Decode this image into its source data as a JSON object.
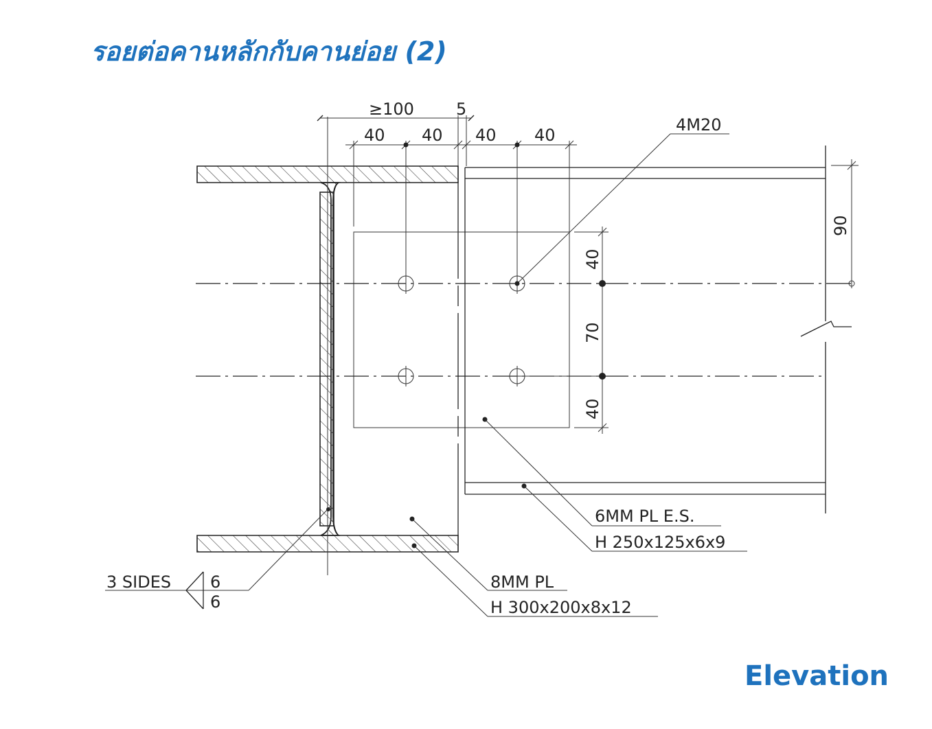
{
  "title": "รอยต่อคานหลักกับคานย่อย (2)",
  "view_name": "Elevation",
  "dimensions": {
    "top_total": "≥100",
    "gap": "5",
    "top_40_a": "40",
    "top_40_b": "40",
    "top_40_c": "40",
    "top_40_d": "40",
    "side_90": "90",
    "vert_40_top": "40",
    "vert_70": "70",
    "vert_40_bottom": "40"
  },
  "callouts": {
    "bolts": "4M20",
    "end_plate": "6MM PL E.S.",
    "secondary_beam": "H 250x125x6x9",
    "stiffener_plate": "8MM PL",
    "main_beam": "H 300x200x8x12"
  },
  "weld": {
    "label": "3 SIDES",
    "size_top": "6",
    "size_bottom": "6"
  }
}
